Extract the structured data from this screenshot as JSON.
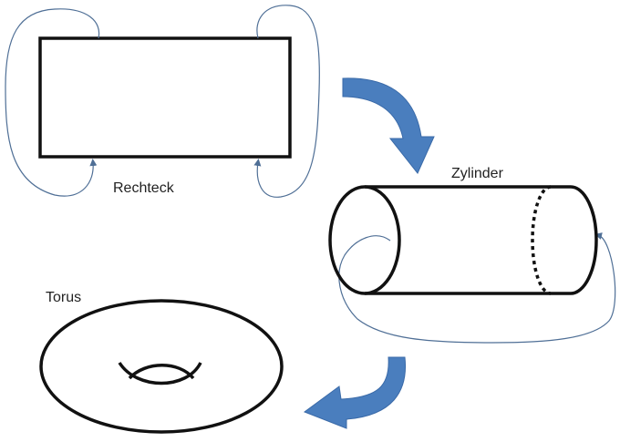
{
  "labels": {
    "rectangle": "Rechteck",
    "cylinder": "Zylinder",
    "torus": "Torus"
  },
  "colors": {
    "outline": "#111111",
    "glue_curve": "#4f6f96",
    "arrow_fill": "#4a7ebe",
    "arrow_stroke": "#3a6aa8",
    "background": "#ffffff"
  }
}
